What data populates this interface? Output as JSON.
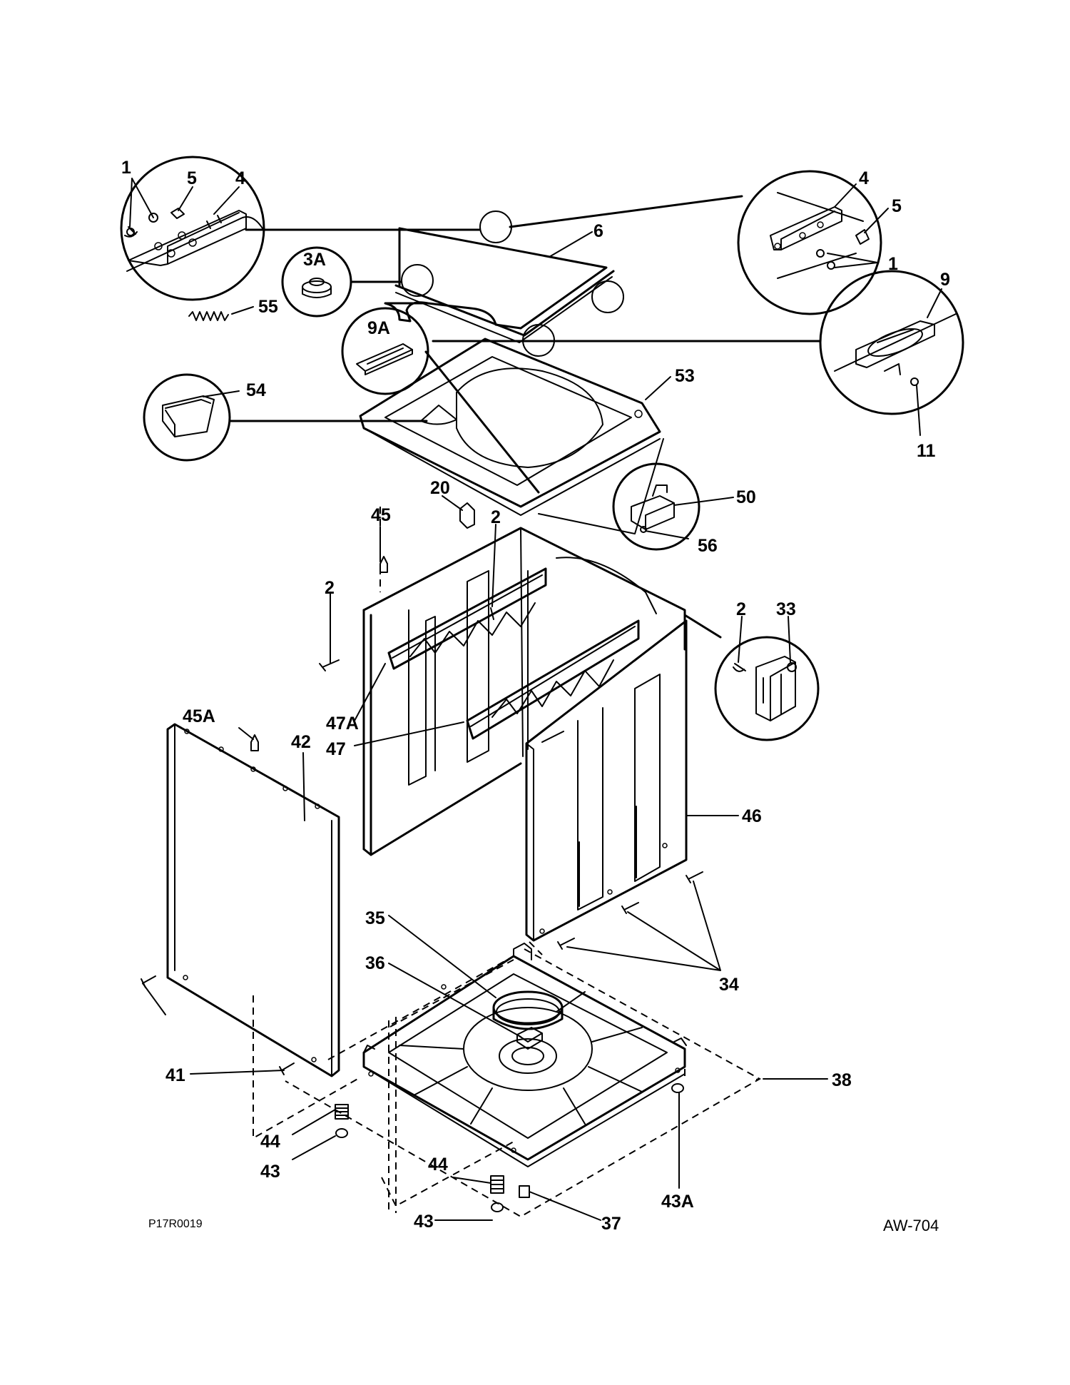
{
  "source_code": "P17R0019",
  "drawing_code": "AW-704",
  "callouts": {
    "c1_left": "1",
    "c5_left": "5",
    "c4_left": "4",
    "c3A": "3A",
    "c6": "6",
    "c55": "55",
    "c4_right": "4",
    "c5_right": "5",
    "c1_right": "1",
    "c9": "9",
    "c11": "11",
    "c9A": "9A",
    "c54": "54",
    "c53": "53",
    "c20": "20",
    "c2_top": "2",
    "c45": "45",
    "c50": "50",
    "c56": "56",
    "c2_left": "2",
    "c2_right": "2",
    "c33": "33",
    "c47A": "47A",
    "c47": "47",
    "c45A": "45A",
    "c42": "42",
    "c46": "46",
    "c35": "35",
    "c36": "36",
    "c34": "34",
    "c41": "41",
    "c38": "38",
    "c44_left": "44",
    "c43_left": "43",
    "c44_bottom": "44",
    "c43_bottom": "43",
    "c37": "37",
    "c43A": "43A"
  }
}
